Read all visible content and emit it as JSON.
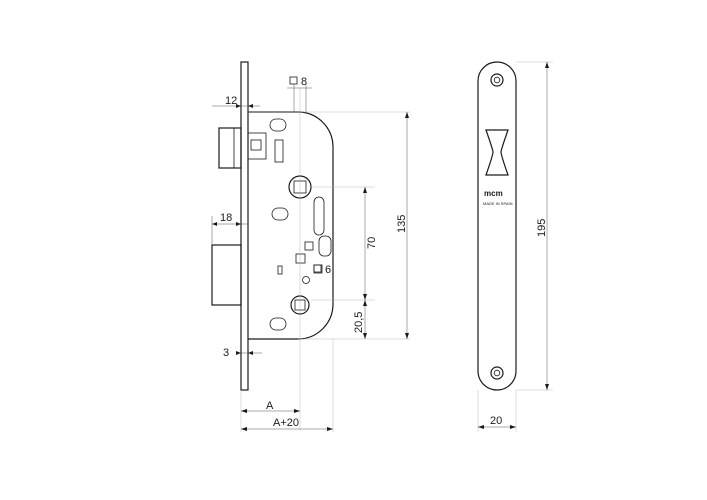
{
  "dimensions": {
    "square_top": "8",
    "front_plate_thickness": "12",
    "latch_projection": "18",
    "square_small": "6",
    "center_distance": "70",
    "height_135": "135",
    "offset_20_5": "20,5",
    "plate_offset": "3",
    "backset": "A",
    "backset_plus": "A+20",
    "faceplate_height": "195",
    "faceplate_width": "20"
  },
  "faceplate": {
    "brand": "mcm",
    "origin": "MADE IN SPAIN"
  }
}
